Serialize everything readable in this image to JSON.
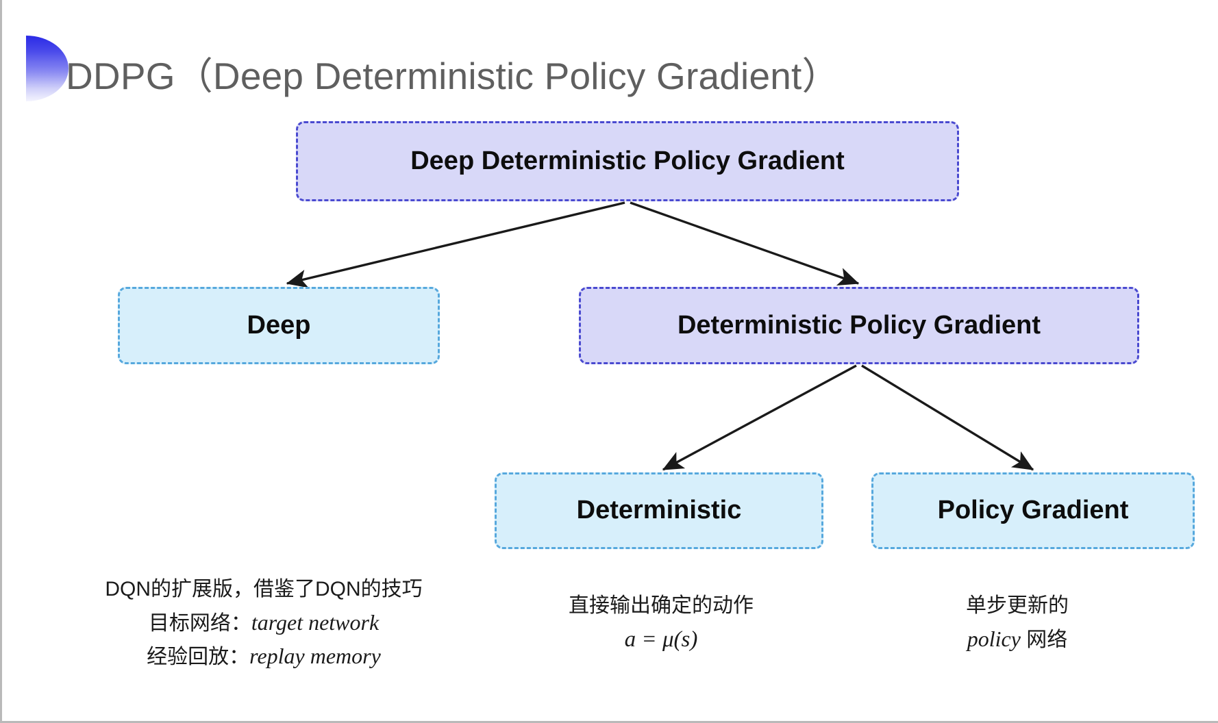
{
  "slide": {
    "title": "DDPG（Deep Deterministic Policy Gradient）",
    "background_color": "#ffffff",
    "title_color": "#5f5f5f",
    "bullet_gradient_from": "#2a2ae6",
    "bullet_gradient_to": "#f4f4fe"
  },
  "palette": {
    "purple_fill": "#d8d8f8",
    "purple_border": "#4a4ad0",
    "cyan_fill": "#d7effb",
    "cyan_border": "#56a8dd",
    "arrow_color": "#1a1a1a",
    "text_color": "#0d0d0d"
  },
  "diagram": {
    "nodes": [
      {
        "id": "root",
        "label": "Deep Deterministic Policy Gradient",
        "style": "purple"
      },
      {
        "id": "deep",
        "label": "Deep",
        "style": "cyan"
      },
      {
        "id": "dpg",
        "label": "Deterministic Policy Gradient",
        "style": "purple"
      },
      {
        "id": "deterministic",
        "label": "Deterministic",
        "style": "cyan"
      },
      {
        "id": "policy_gradient",
        "label": "Policy Gradient",
        "style": "cyan"
      }
    ],
    "edges": [
      {
        "from": "root",
        "to": "deep"
      },
      {
        "from": "root",
        "to": "dpg"
      },
      {
        "from": "dpg",
        "to": "deterministic"
      },
      {
        "from": "dpg",
        "to": "policy_gradient"
      }
    ]
  },
  "captions": {
    "deep": {
      "line1": "DQN的扩展版，借鉴了DQN的技巧",
      "line2_label": "目标网络：",
      "line2_term": "target network",
      "line3_label": "经验回放：",
      "line3_term": "replay memory"
    },
    "deterministic": {
      "line1": "直接输出确定的动作",
      "line2": "a = μ(s)"
    },
    "policy_gradient": {
      "line1": "单步更新的",
      "line2_term": "policy",
      "line2_suffix": " 网络"
    }
  }
}
